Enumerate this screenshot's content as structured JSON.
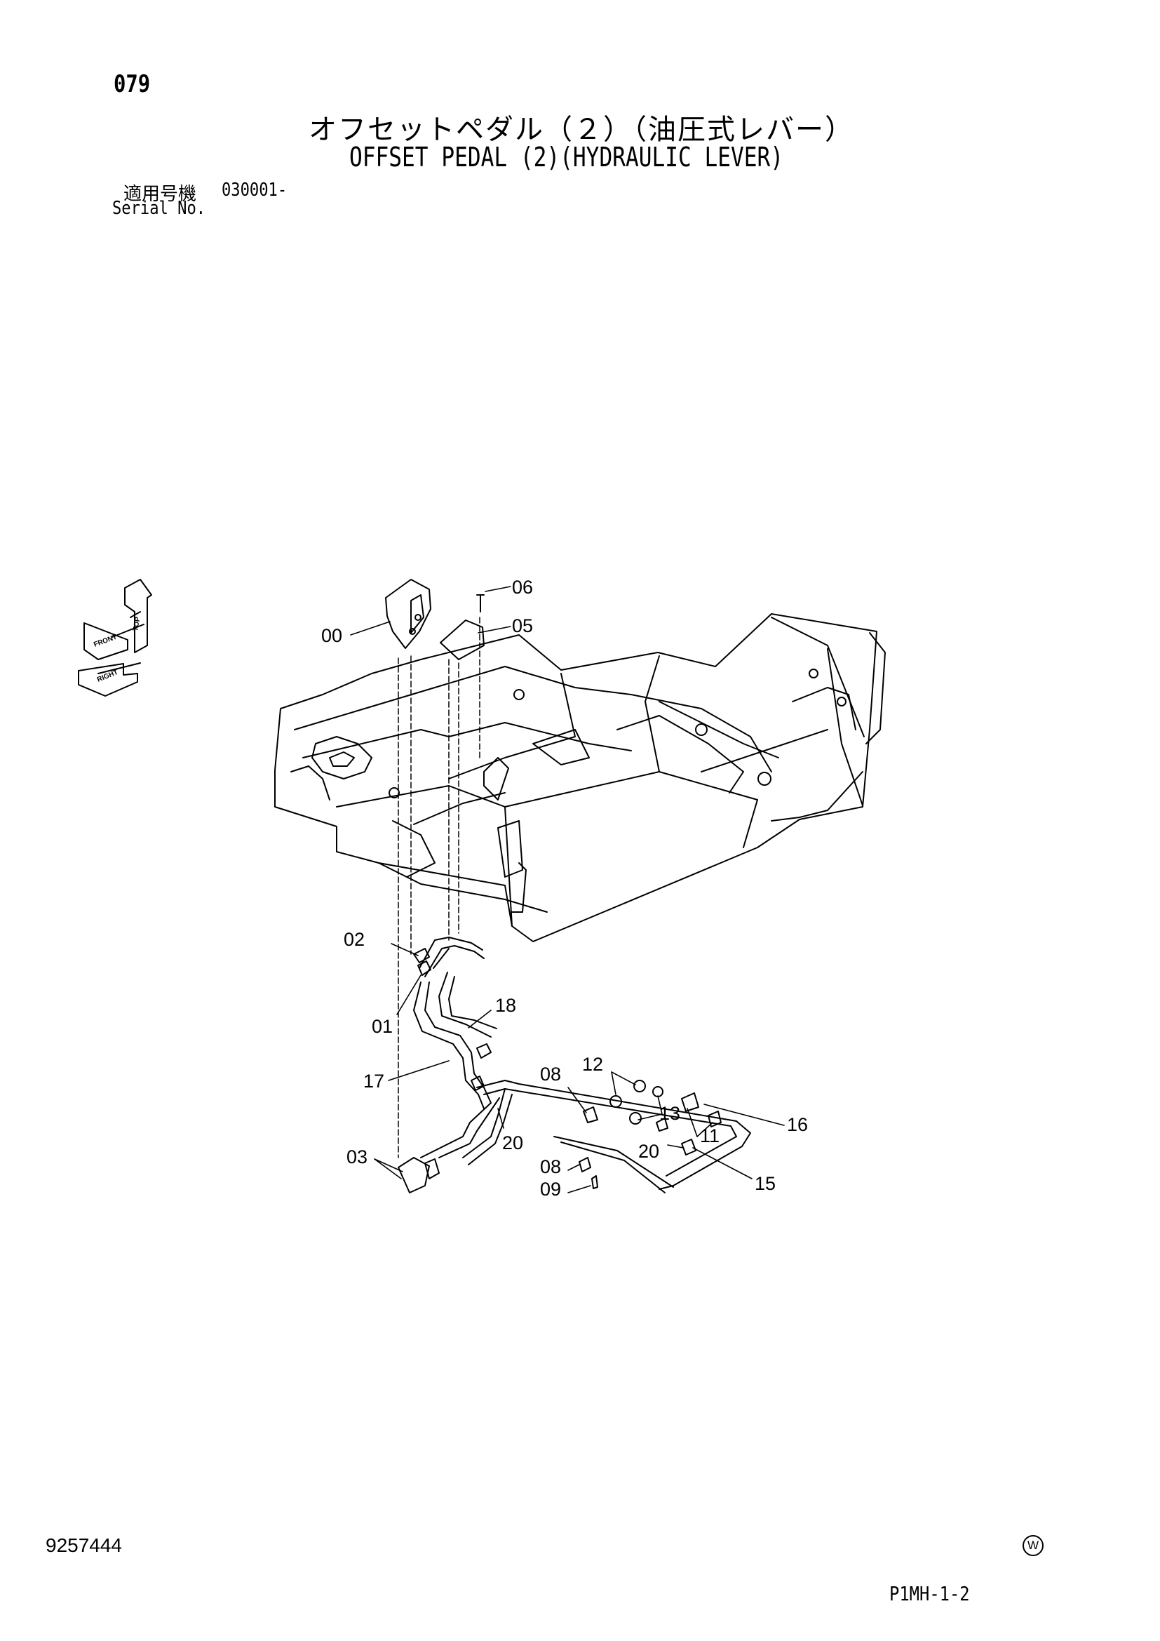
{
  "header": {
    "page_number": "079",
    "title_jp": "オフセットペダル（２）（油圧式レバー）",
    "title_en": "OFFSET PEDAL (2)(HYDRAULIC LEVER)",
    "serial_label_jp": "適用号機",
    "serial_value": "030001-",
    "serial_label_en": "Serial No."
  },
  "orientation_icon": {
    "labels": [
      "TOP",
      "FRONT",
      "RIGHT"
    ]
  },
  "callouts": [
    "00",
    "05",
    "06",
    "01",
    "02",
    "17",
    "18",
    "03",
    "08",
    "09",
    "12",
    "13",
    "11",
    "16",
    "20",
    "15"
  ],
  "footer": {
    "doc_number": "9257444",
    "mark": "W",
    "page_code": "P1MH-1-2"
  }
}
